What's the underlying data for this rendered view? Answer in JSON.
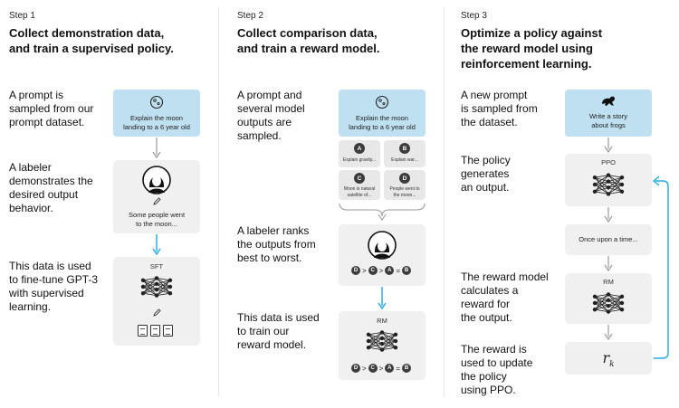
{
  "columns": [
    {
      "step": "Step 1",
      "title": [
        "Collect demonstration data,",
        "and train a supervised policy."
      ],
      "texts": [
        [
          "A prompt is",
          "sampled from our",
          "prompt dataset."
        ],
        [
          "A labeler",
          "demonstrates the",
          "desired output",
          "behavior."
        ],
        [
          "This data is used",
          "to fine-tune GPT-3",
          "with supervised",
          "learning."
        ]
      ]
    },
    {
      "step": "Step 2",
      "title": [
        "Collect comparison data,",
        "and train a reward model."
      ],
      "texts": [
        [
          "A prompt and",
          "several model",
          "outputs are",
          "sampled."
        ],
        [
          "A labeler ranks",
          "the outputs from",
          "best to worst."
        ],
        [
          "This data is used",
          "to train our",
          "reward model."
        ]
      ]
    },
    {
      "step": "Step 3",
      "title": [
        "Optimize a policy against",
        "the reward model using",
        "reinforcement learning."
      ],
      "texts": [
        [
          "A new prompt",
          "is sampled from",
          "the dataset."
        ],
        [
          "The policy",
          "generates",
          "an output."
        ],
        [
          "The reward model",
          "calculates a",
          "reward for",
          "the output."
        ],
        [
          "The reward is",
          "used to update",
          "the policy",
          "using PPO."
        ]
      ]
    }
  ],
  "boxes": {
    "s1_prompt": [
      "Explain the moon",
      "landing to a 6 year old"
    ],
    "s1_demo": [
      "Some people went",
      "to the moon..."
    ],
    "s1_model": "SFT",
    "s2_prompt": [
      "Explain the moon",
      "landing to a 6 year old"
    ],
    "s2_outputs": [
      {
        "letter": "A",
        "text": [
          "Explain gravity..."
        ]
      },
      {
        "letter": "B",
        "text": [
          "Explain war..."
        ]
      },
      {
        "letter": "C",
        "text": [
          "Moon is natural",
          "satellite of..."
        ]
      },
      {
        "letter": "D",
        "text": [
          "People went to",
          "the moon..."
        ]
      }
    ],
    "s2_ranking": [
      "D",
      ">",
      "C",
      ">",
      "A",
      "=",
      "B"
    ],
    "s2_model": "RM",
    "s3_prompt": [
      "Write a story",
      "about frogs"
    ],
    "s3_policy": "PPO",
    "s3_output": "Once upon a time...",
    "s3_model": "RM",
    "s3_reward": "r",
    "s3_reward_sub": "k"
  },
  "colors": {
    "prompt_box": "#bfe0f0",
    "card": "#f0f0f0",
    "flow_arrow": "#20a8e8",
    "plain_arrow": "#9a9a9a"
  }
}
